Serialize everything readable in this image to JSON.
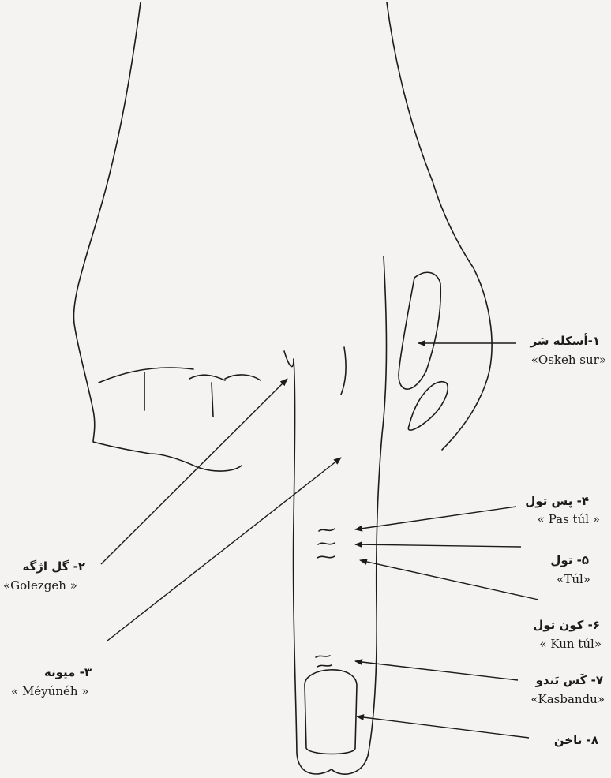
{
  "labels": {
    "l1": {
      "fa": "۱-أسکله سَر",
      "lt": "«Oskeh sur»"
    },
    "l2": {
      "fa": "۲- گل اژگه",
      "lt": "«Golezgeh »"
    },
    "l3": {
      "fa": "۳- میونه",
      "lt": "« Méyúnéh »"
    },
    "l4": {
      "fa": "۴- پس تول",
      "lt": "« Pas túl »"
    },
    "l5": {
      "fa": "۵- تول",
      "lt": "«Túl»"
    },
    "l6": {
      "fa": "۶- کون تول",
      "lt": "« Kun túl»"
    },
    "l7": {
      "fa": "۷- کَس بَندو",
      "lt": "«Kasbandu»"
    },
    "l8": {
      "fa": "۸- ناخن",
      "lt": ""
    }
  },
  "colors": {
    "ink": "#1b1b1b",
    "paper": "#f4f3f1"
  }
}
